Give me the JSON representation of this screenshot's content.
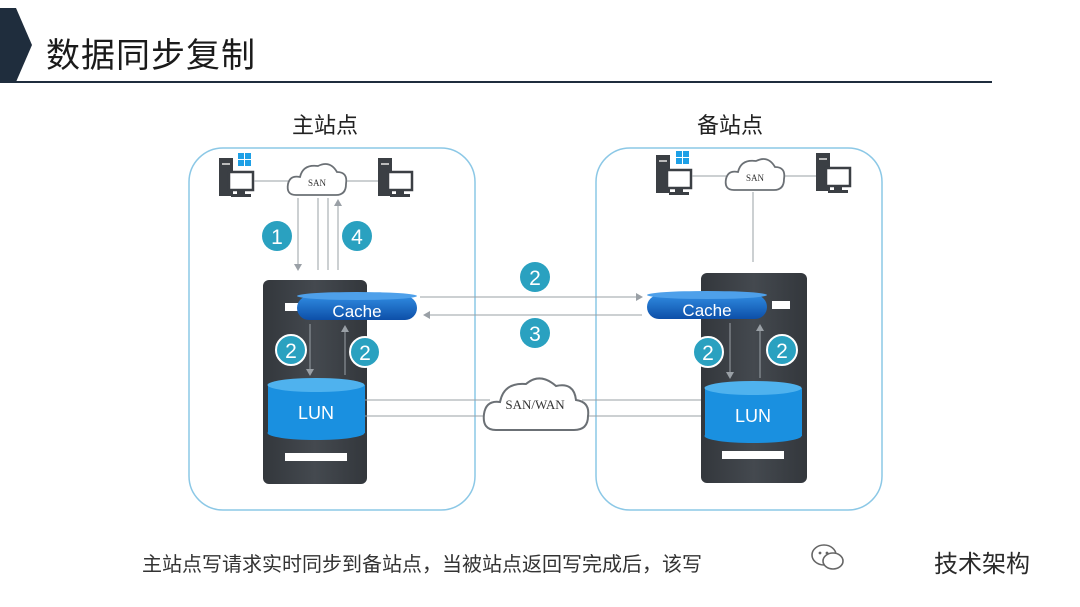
{
  "title": "数据同步复制",
  "sites": {
    "primary_label": "主站点",
    "secondary_label": "备站点"
  },
  "primary": {
    "san_label": "SAN",
    "cache_label": "Cache",
    "lun_label": "LUN",
    "steps": {
      "host_to_cache": "1",
      "cache_to_host": "4",
      "cache_to_lun": "2",
      "lun_to_cache": "2"
    }
  },
  "secondary": {
    "san_label": "SAN",
    "cache_label": "Cache",
    "lun_label": "LUN",
    "steps": {
      "cache_to_lun": "2",
      "lun_to_cache": "2"
    }
  },
  "link": {
    "cloud_label": "SAN/WAN",
    "step_replicate": "2",
    "step_ack": "3"
  },
  "caption": "主站点写请求实时同步到备站点，当被站点返回写完成后，该写",
  "watermark": "技术架构",
  "colors": {
    "accent_blue": "#1e6fc4",
    "lun_blue": "#1a90e0",
    "step_teal": "#2aa1c0",
    "frame_blue": "#7fc1e0",
    "server_dark": "#3b3f44"
  }
}
